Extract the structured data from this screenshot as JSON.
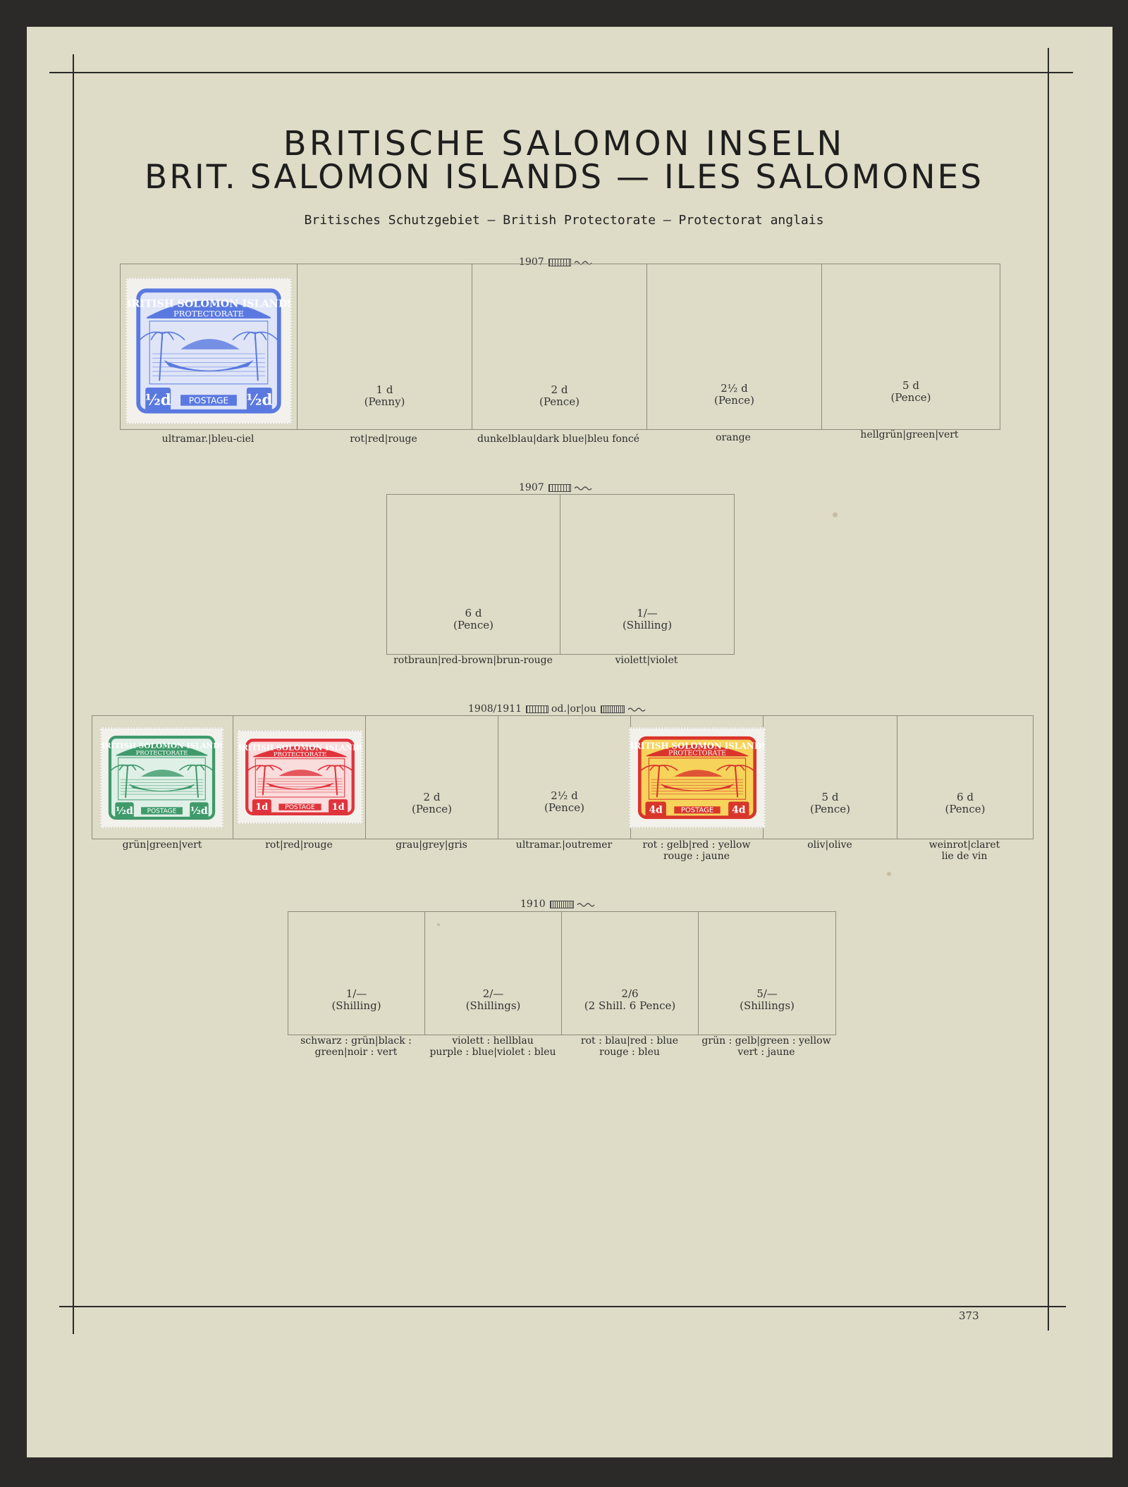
{
  "header": {
    "title_de": "BRITISCHE SALOMON INSELN",
    "title_multi": "BRIT. SALOMON ISLANDS — ILES SALOMONES",
    "subtitle": "Britisches Schutzgebiet — British Protectorate — Protectorat anglais"
  },
  "sections": [
    {
      "year": "1907",
      "cells": [
        {
          "value": "",
          "unit": "",
          "caption": "ultramar.|bleu-ciel",
          "caption2": ""
        },
        {
          "value": "1 d",
          "unit": "(Penny)",
          "caption": "rot|red|rouge",
          "caption2": ""
        },
        {
          "value": "2 d",
          "unit": "(Pence)",
          "caption": "dunkelblau|dark blue|bleu foncé",
          "caption2": ""
        },
        {
          "value": "2½ d",
          "unit": "(Pence)",
          "caption": "orange",
          "caption2": ""
        },
        {
          "value": "5 d",
          "unit": "(Pence)",
          "caption": "hellgrün|green|vert",
          "caption2": ""
        }
      ]
    },
    {
      "year": "1907",
      "cells": [
        {
          "value": "6 d",
          "unit": "(Pence)",
          "caption": "rotbraun|red-brown|brun-rouge",
          "caption2": ""
        },
        {
          "value": "1/—",
          "unit": "(Shilling)",
          "caption": "violett|violet",
          "caption2": ""
        }
      ]
    },
    {
      "year": "1908/1911",
      "or_label": "od.|or|ou",
      "cells": [
        {
          "value": "",
          "unit": "",
          "caption": "grün|green|vert",
          "caption2": ""
        },
        {
          "value": "",
          "unit": "",
          "caption": "rot|red|rouge",
          "caption2": ""
        },
        {
          "value": "2 d",
          "unit": "(Pence)",
          "caption": "grau|grey|gris",
          "caption2": ""
        },
        {
          "value": "2½ d",
          "unit": "(Pence)",
          "caption": "ultramar.|outremer",
          "caption2": ""
        },
        {
          "value": "",
          "unit": "",
          "caption": "rot : gelb|red : yellow",
          "caption2": "rouge : jaune"
        },
        {
          "value": "5 d",
          "unit": "(Pence)",
          "caption": "oliv|olive",
          "caption2": ""
        },
        {
          "value": "6 d",
          "unit": "(Pence)",
          "caption": "weinrot|claret",
          "caption2": "lie de vin"
        }
      ]
    },
    {
      "year": "1910",
      "cells": [
        {
          "value": "1/—",
          "unit": "(Shilling)",
          "caption": "schwarz : grün|black :",
          "caption2": "green|noir : vert"
        },
        {
          "value": "2/—",
          "unit": "(Shillings)",
          "caption": "violett : hellblau",
          "caption2": "purple : blue|violet : bleu"
        },
        {
          "value": "2/6",
          "unit": "(2 Shill. 6 Pence)",
          "caption": "rot : blau|red : blue",
          "caption2": "rouge : bleu"
        },
        {
          "value": "5/—",
          "unit": "(Shillings)",
          "caption": "grün : gelb|green : yellow",
          "caption2": "vert : jaune"
        }
      ]
    }
  ],
  "stamps": [
    {
      "header": "BRITISH SOLOMON ISLANDS",
      "sub": "PROTECTORATE",
      "footer": "POSTAGE",
      "denom": "½d",
      "color": "#5a79e0",
      "frame": "#dfe5f7"
    },
    {
      "header": "BRITISH SOLOMON ISLANDS",
      "sub": "PROTECTORATE",
      "footer": "POSTAGE",
      "denom": "½d",
      "color": "#3f9a6b",
      "frame": "#dff0e6"
    },
    {
      "header": "BRITISH SOLOMON ISLANDS",
      "sub": "PROTECTORATE",
      "footer": "POSTAGE",
      "denom": "1d",
      "color": "#e0343c",
      "frame": "#f9dcdc"
    },
    {
      "header": "BRITISH SOLOMON ISLANDS",
      "sub": "PROTECTORATE",
      "footer": "POSTAGE",
      "denom": "4d",
      "color": "#d9352b",
      "frame": "#f6d35a"
    }
  ],
  "page_number": "373"
}
